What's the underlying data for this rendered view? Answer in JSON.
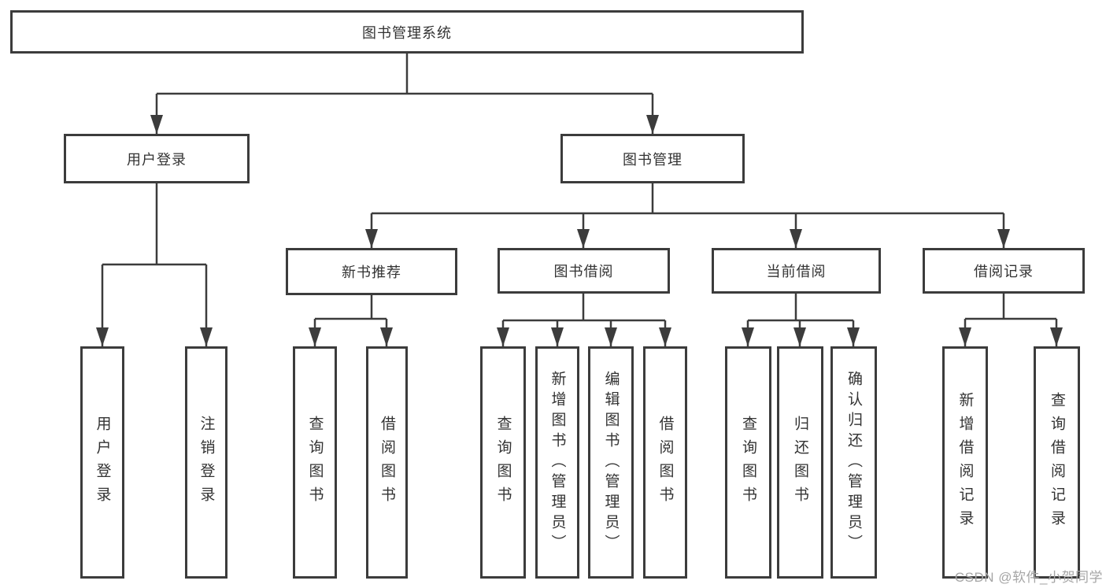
{
  "tree": {
    "root": "图书管理系统",
    "children": [
      {
        "label": "用户登录",
        "children": [
          {
            "label": "用户登录"
          },
          {
            "label": "注销登录"
          }
        ]
      },
      {
        "label": "图书管理",
        "children": [
          {
            "label": "新书推荐",
            "children": [
              {
                "label": "查询图书"
              },
              {
                "label": "借阅图书"
              }
            ]
          },
          {
            "label": "图书借阅",
            "children": [
              {
                "label": "查询图书"
              },
              {
                "label": "新增图书（管理员）"
              },
              {
                "label": "编辑图书（管理员）"
              },
              {
                "label": "借阅图书"
              }
            ]
          },
          {
            "label": "当前借阅",
            "children": [
              {
                "label": "查询图书"
              },
              {
                "label": "归还图书"
              },
              {
                "label": "确认归还（管理员）"
              }
            ]
          },
          {
            "label": "借阅记录",
            "children": [
              {
                "label": "新增借阅记录"
              },
              {
                "label": "查询借阅记录"
              }
            ]
          }
        ]
      }
    ]
  },
  "watermark": {
    "text": "CSDN @软件_小贺同学"
  },
  "colors": {
    "line": "#3c3c3c",
    "box_border": "#3c3c3c",
    "text": "#333333",
    "background": "#ffffff",
    "watermark": "#a6a6a6"
  }
}
